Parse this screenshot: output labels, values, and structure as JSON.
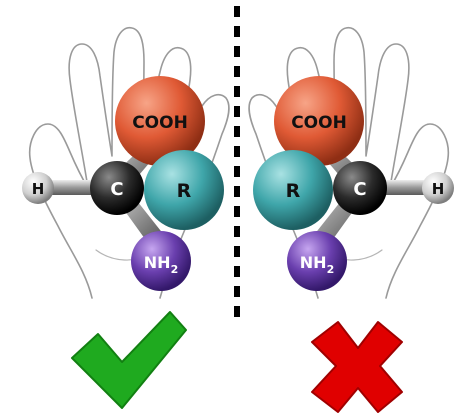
{
  "left_molecule": {
    "cooh_label": "COOH",
    "c_label": "C",
    "r_label": "R",
    "h_label": "H",
    "nh2_label": "NH",
    "nh2_subscript": "2"
  },
  "right_molecule": {
    "cooh_label": "COOH",
    "c_label": "C",
    "r_label": "R",
    "h_label": "H",
    "nh2_label": "NH",
    "nh2_subscript": "2"
  },
  "marks": {
    "left_icon": "checkmark-icon",
    "right_icon": "cross-icon",
    "check_color": "#1faa1f",
    "cross_color": "#e00000"
  },
  "colors": {
    "cooh": "#e05a35",
    "r": "#3fa6aa",
    "c": "#2b2b2b",
    "h": "#c8c8c8",
    "nh2": "#6a3fae",
    "hand_outline": "#9a9a9a",
    "divider": "#000000"
  }
}
